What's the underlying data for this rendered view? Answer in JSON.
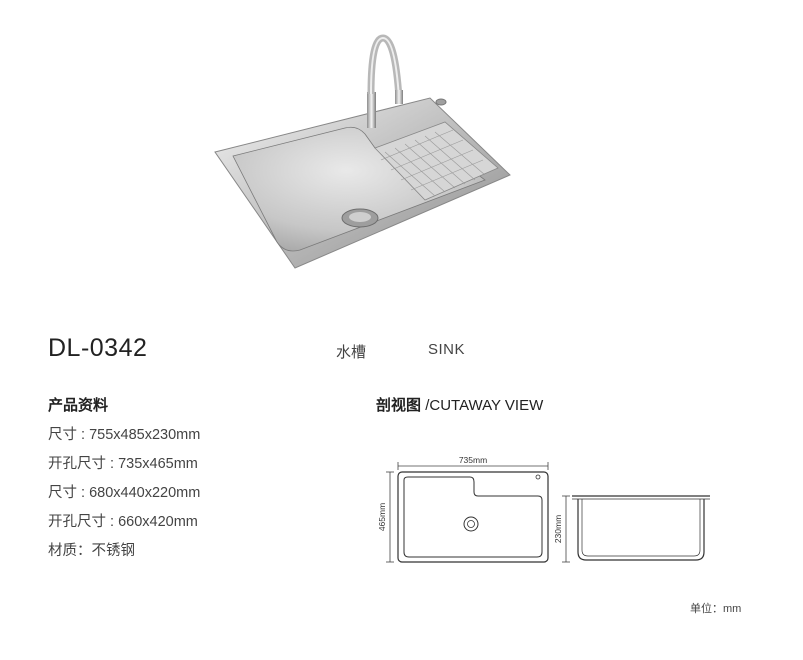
{
  "product": {
    "model": "DL-0342",
    "category_cn": "水槽",
    "category_en": "SINK"
  },
  "specs": {
    "title": "产品资料",
    "lines": [
      "尺寸 : 755x485x230mm",
      "开孔尺寸 : 735x465mm",
      "尺寸 : 680x440x220mm",
      "开孔尺寸 : 660x420mm",
      "材质：不锈钢"
    ]
  },
  "cutaway": {
    "title_cn": "剖视图",
    "title_en": "/CUTAWAY VIEW",
    "width_label": "735mm",
    "height_label": "465mm",
    "depth_label": "230mm"
  },
  "unit_label": "单位：mm"
}
